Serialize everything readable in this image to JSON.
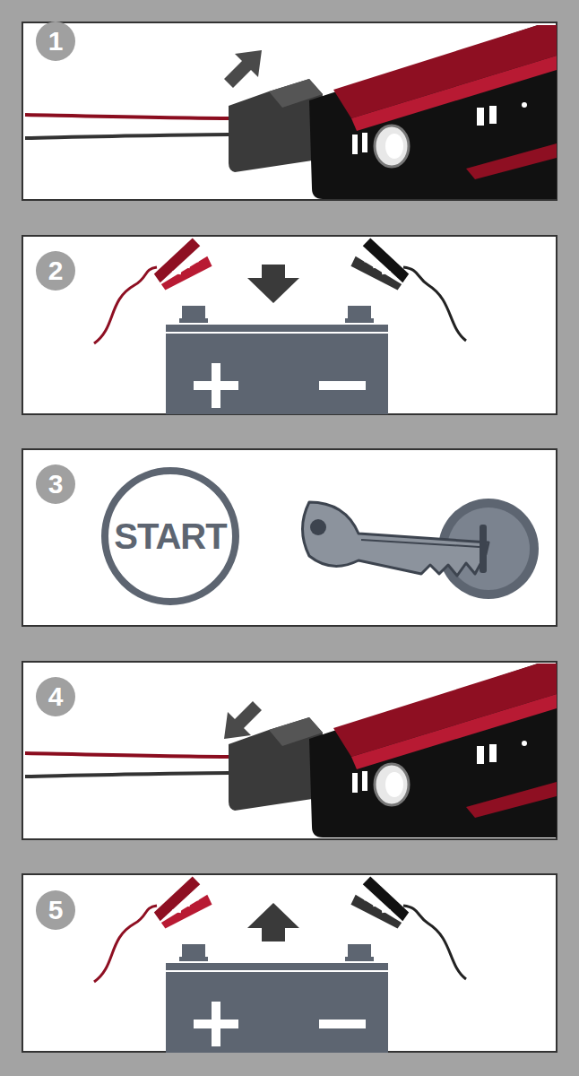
{
  "diagram": {
    "nodes": [
      {
        "text": [
          "1"
        ]
      },
      {
        "text": [
          "2"
        ]
      },
      {
        "text": [
          "3"
        ]
      },
      {
        "text": [
          "START"
        ]
      },
      {
        "text": [
          "4"
        ]
      },
      {
        "text": [
          "5"
        ]
      }
    ]
  }
}
